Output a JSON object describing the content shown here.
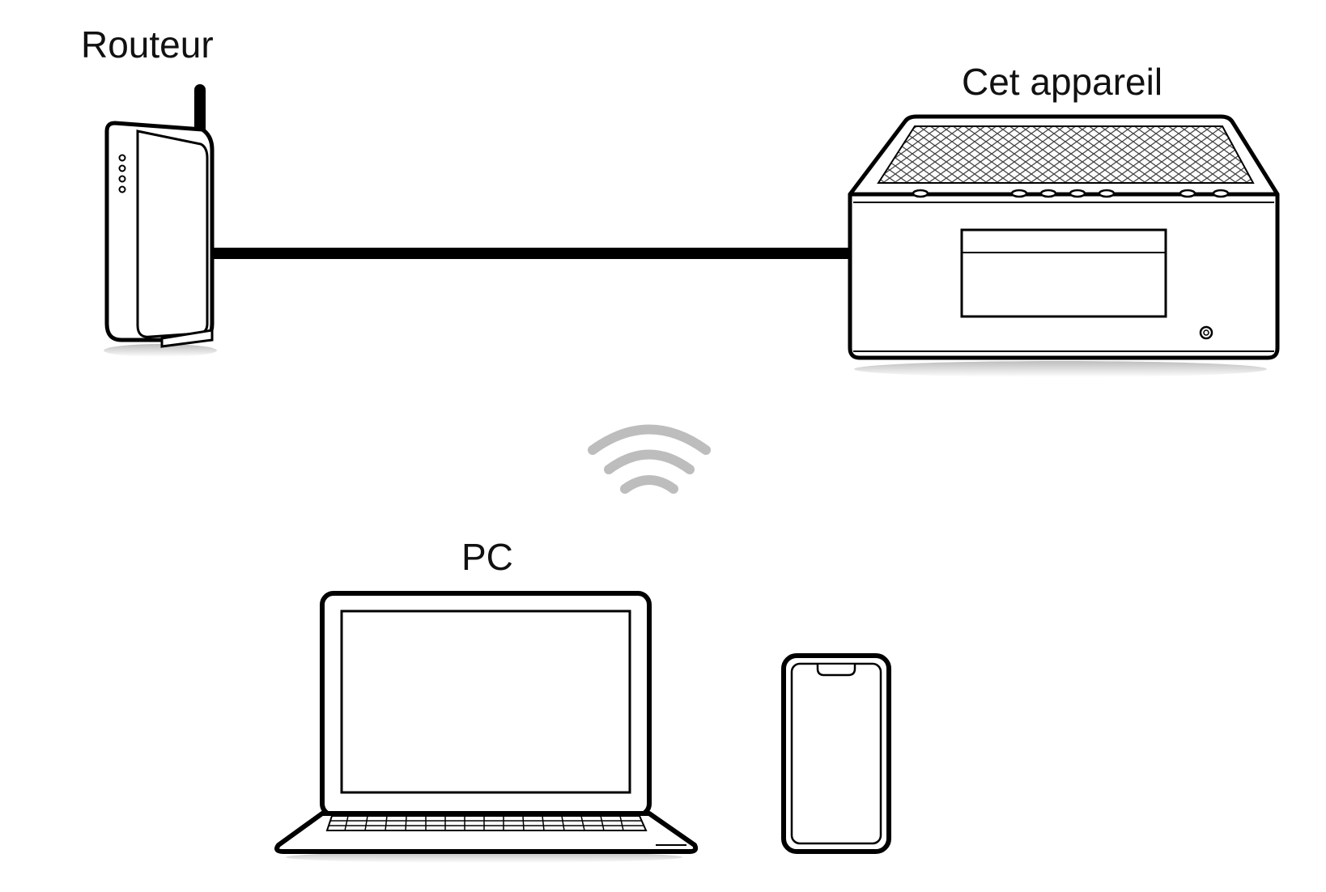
{
  "labels": {
    "router": "Routeur",
    "device": "Cet appareil",
    "pc": "PC"
  },
  "colors": {
    "line": "#000000",
    "fill": "#ffffff",
    "shadow": "#cfcfcf",
    "wifi": "#bdbdbd",
    "mesh": "#555555"
  },
  "icons": {
    "router": "router-icon",
    "device": "audio-device-icon",
    "laptop": "laptop-icon",
    "phone": "smartphone-icon",
    "wifi": "wifi-signal-icon",
    "cable": "ethernet-cable"
  }
}
